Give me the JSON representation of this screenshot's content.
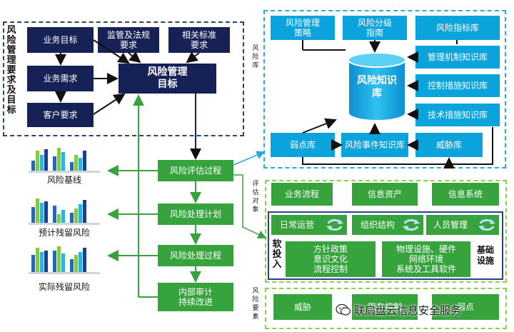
{
  "left_panel": {
    "label": "风险管理要求及目标",
    "items": [
      "业务目标",
      "监管及法规要求",
      "相关标准要求",
      "业务需求",
      "客户要求"
    ],
    "center": "风险管理目标"
  },
  "risk_library": {
    "label": "风险库",
    "top": [
      "风险管理策略",
      "风险分级指南",
      "风险指标库"
    ],
    "right": [
      "管理机制知识库",
      "控制措施知识库",
      "技术措施知识库"
    ],
    "bottom": [
      "弱点库",
      "风险事件知识库",
      "威胁库"
    ],
    "center": "风险知识库"
  },
  "process": {
    "steps": [
      "风险评估过程",
      "风险处理计划",
      "风险处理过程",
      "内部审计持续改进"
    ]
  },
  "charts": {
    "labels": [
      "风险基线",
      "预计残留风险",
      "实际残留风险"
    ]
  },
  "assess": {
    "label": "评估对象",
    "row1": [
      "业务流程",
      "信息资产",
      "信息系统"
    ],
    "row2": [
      "日常运营",
      "组织结构",
      "人员管理"
    ],
    "soft_label": "软投入",
    "base_label": "基础设施",
    "soft_items": "方针政策\n意识文化\n流程控制",
    "base_items": "物理设施、硬件\n网络环境\n系统及工具软件"
  },
  "risk_elements": {
    "label": "风险要素",
    "items": [
      "威胁",
      "现有控制",
      "弱点"
    ]
  },
  "watermark": "联扃盘云信息安全服务",
  "colors": {
    "navy": "#162155",
    "blue": "#0ba3db",
    "green": "#36a33c"
  }
}
